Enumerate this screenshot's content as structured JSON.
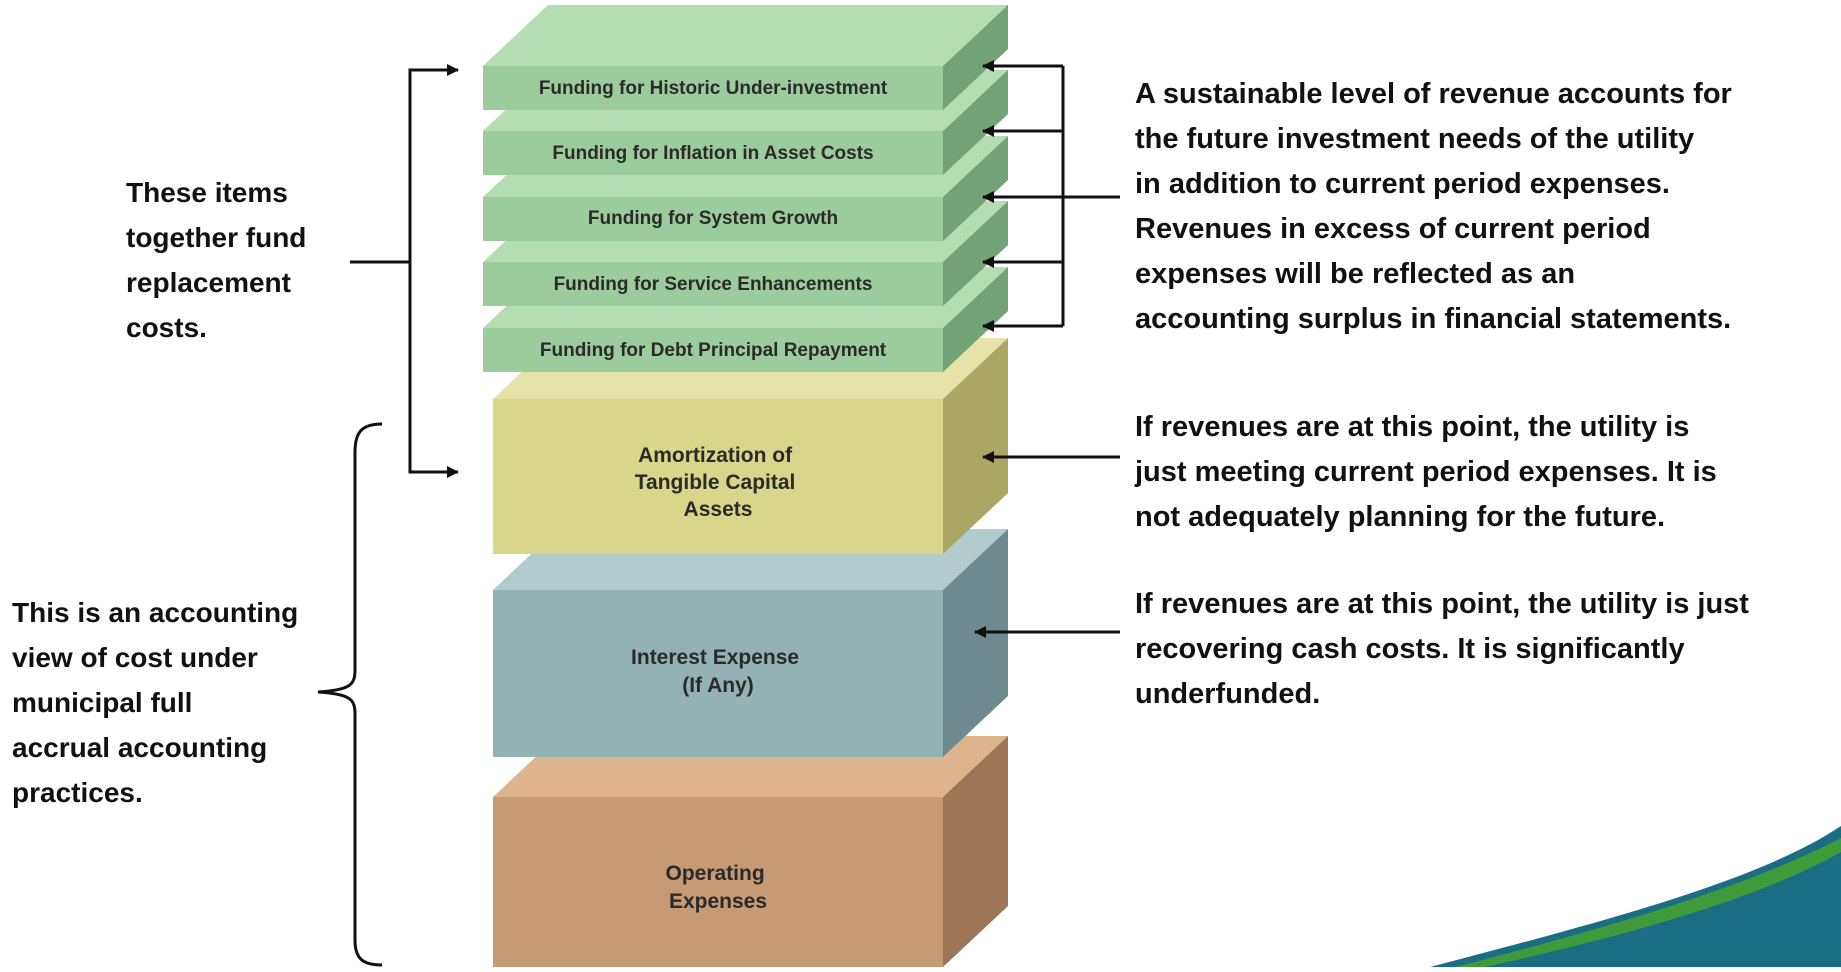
{
  "blocks": [
    {
      "id": "historic",
      "label": "Funding for Historic Under-investment"
    },
    {
      "id": "inflation",
      "label": "Funding for Inflation in Asset Costs"
    },
    {
      "id": "growth",
      "label": "Funding for System Growth"
    },
    {
      "id": "service",
      "label": "Funding for Service Enhancements"
    },
    {
      "id": "debt",
      "label": "Funding for Debt Principal Repayment"
    },
    {
      "id": "amortization",
      "label_lines": [
        "Amortization of",
        "Tangible Capital",
        "Assets"
      ]
    },
    {
      "id": "interest",
      "label_lines": [
        "Interest Expense",
        "(If Any)"
      ]
    },
    {
      "id": "operating",
      "label_lines": [
        "Operating",
        "Expenses"
      ]
    }
  ],
  "notes": {
    "left_top": "These items\ntogether fund\nreplacement\ncosts.",
    "left_bottom": "This is an accounting\nview of cost under\nmunicipal full\naccrual accounting\npractices.",
    "right_sustainable": "A sustainable level of revenue accounts for\nthe future investment needs of the utility\nin addition to current period expenses.\nRevenues in excess of current period\nexpenses will be reflected as an\naccounting surplus in financial statements.",
    "right_current": "If revenues are at this point, the utility is\njust meeting current period expenses. It is\nnot adequately planning for the future.",
    "right_cash": "If revenues are at this point, the utility is just\nrecovering cash costs.  It is significantly\nunderfunded."
  },
  "colors": {
    "green_front": "#9ccc9c",
    "green_top": "#b4ddb2",
    "green_side": "#72a276",
    "yellow_front": "#d7d68a",
    "yellow_top": "#e5e3a7",
    "yellow_side": "#a9a763",
    "blue_front": "#92b2b4",
    "blue_top": "#b2cccd",
    "blue_side": "#6d8b8e",
    "tan_front": "#c59a74",
    "tan_top": "#ddb48c",
    "tan_side": "#9c7657",
    "accent_teal": "#1b6d83",
    "accent_green": "#3f9a3b"
  }
}
